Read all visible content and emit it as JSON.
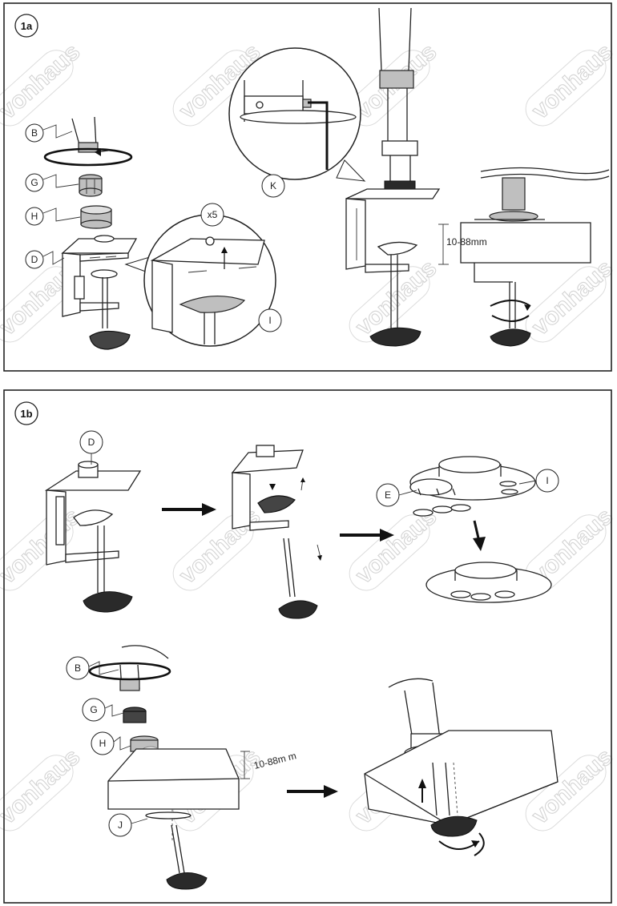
{
  "panels": [
    {
      "step": "1a",
      "callouts": [
        "B",
        "G",
        "H",
        "D",
        "I",
        "K"
      ],
      "multiplier": "x5",
      "dimension": "10-88mm"
    },
    {
      "step": "1b",
      "callouts": [
        "D",
        "E",
        "I",
        "B",
        "G",
        "H",
        "J"
      ],
      "dimension": "10-88m m"
    }
  ],
  "watermark": "vonhaus"
}
